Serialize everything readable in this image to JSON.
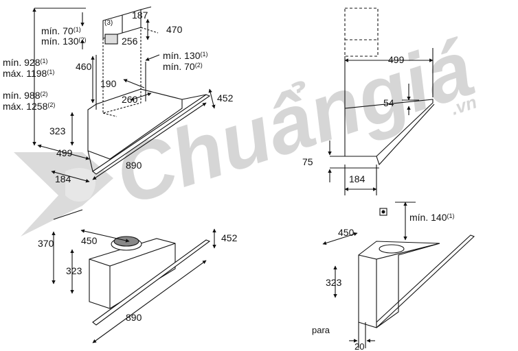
{
  "watermark": {
    "brand": "Chuẩngiá",
    "suffix": ".vn"
  },
  "diagram_top_left": {
    "label_note3": "(3)",
    "d187": "187",
    "d470": "470",
    "d256": "256",
    "min70_130": [
      "mín. 70",
      "(1)",
      "mín. 130",
      "(2)"
    ],
    "min130_70": [
      "mín. 130",
      "(1)",
      "mín. 70",
      "(2)"
    ],
    "min928": [
      "mín. 928",
      "(1)"
    ],
    "max1198": [
      "máx. 1198",
      "(1)"
    ],
    "min988": [
      "mín. 988",
      "(2)"
    ],
    "max1258": [
      "máx. 1258",
      "(2)"
    ],
    "d460": "460",
    "d190": "190",
    "d260": "260",
    "d452": "452",
    "d323": "323",
    "d499": "499",
    "d890": "890",
    "d184": "184"
  },
  "diagram_top_right": {
    "d499": "499",
    "d54": "54",
    "d75": "75",
    "d184": "184"
  },
  "diagram_bottom_left": {
    "d370": "370",
    "d450": "450",
    "d452": "452",
    "d323": "323",
    "d890": "890"
  },
  "diagram_bottom_right": {
    "min140": [
      "mín. 140",
      "(1)"
    ],
    "d450": "450",
    "d323": "323",
    "para": "para",
    "d20": "20"
  }
}
